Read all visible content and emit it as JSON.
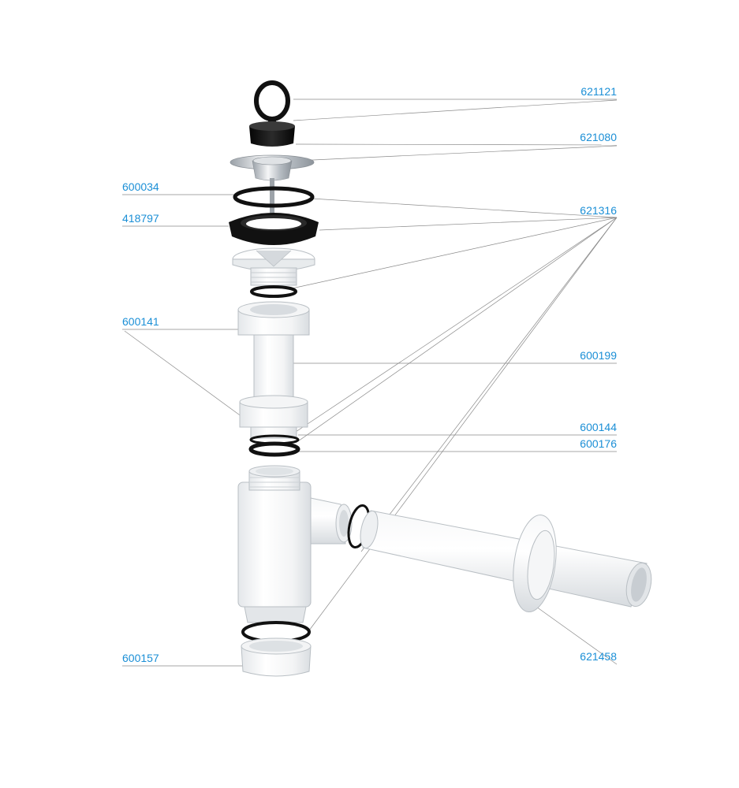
{
  "labels": {
    "p621121": "621121",
    "p621080": "621080",
    "p600034": "600034",
    "p418797": "418797",
    "p621316": "621316",
    "p600141": "600141",
    "p600199": "600199",
    "p600144": "600144",
    "p600176": "600176",
    "p600157": "600157",
    "p621458": "621458"
  },
  "colors": {
    "label": "#1b8fd6",
    "leader": "#8a8a8a",
    "plastic": "#f2f3f4",
    "rubber": "#111111",
    "chrome": "#c9ced3"
  }
}
